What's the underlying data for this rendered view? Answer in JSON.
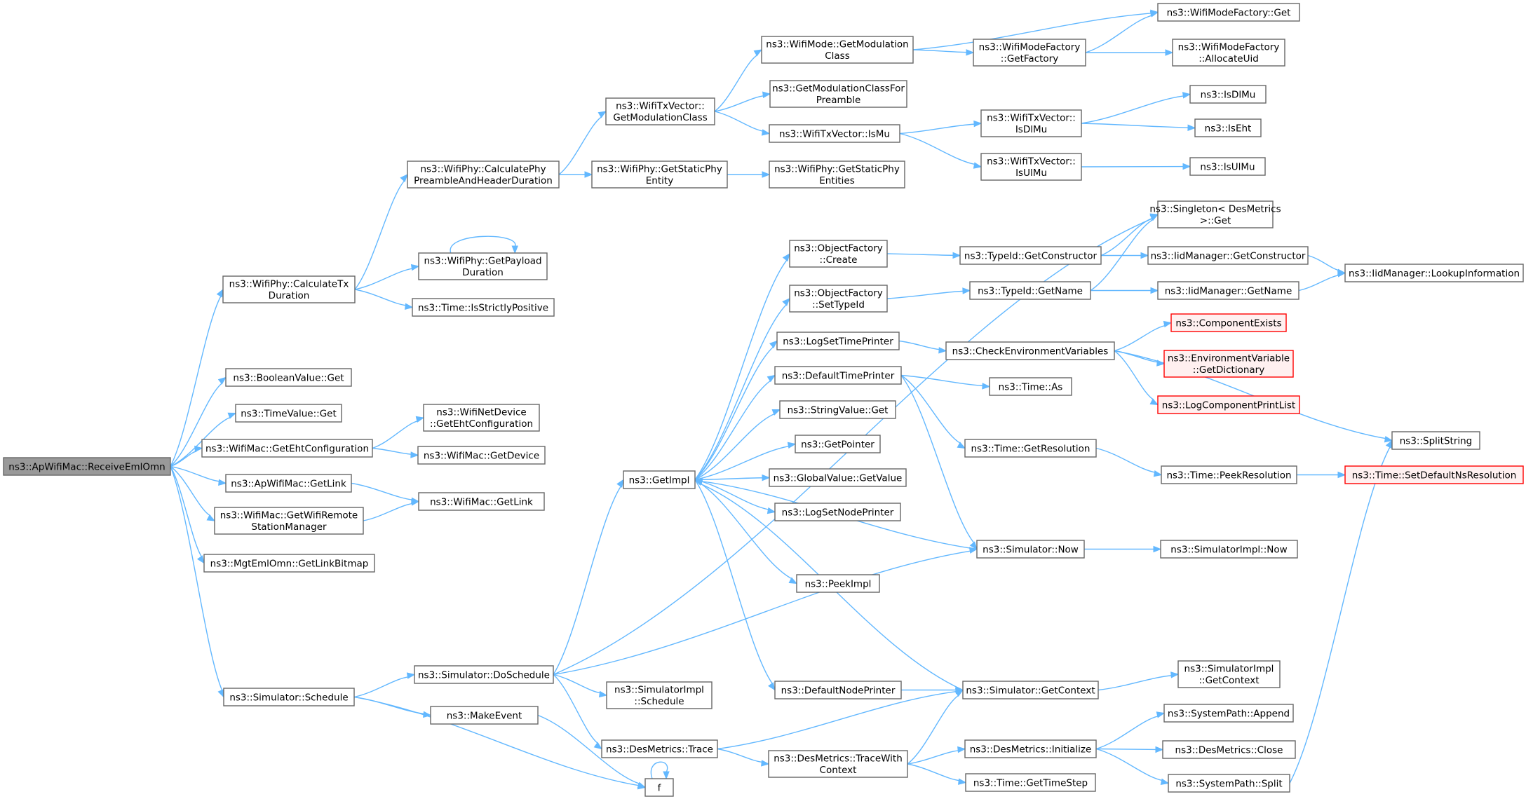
{
  "colors": {
    "edge": "#63b8ff",
    "node_border": "#666666",
    "root_fill": "#999999",
    "truncated_border": "#ff0000"
  },
  "nodes": [
    {
      "id": "root",
      "lines": [
        "ns3::ApWifiMac::ReceiveEmlOmn"
      ],
      "root": true
    },
    {
      "id": "calcTx",
      "lines": [
        "ns3::WifiPhy::CalculateTx",
        "Duration"
      ]
    },
    {
      "id": "boolGet",
      "lines": [
        "ns3::BooleanValue::Get"
      ]
    },
    {
      "id": "timeValGet",
      "lines": [
        "ns3::TimeValue::Get"
      ]
    },
    {
      "id": "getEhtCfg",
      "lines": [
        "ns3::WifiMac::GetEhtConfiguration"
      ]
    },
    {
      "id": "apGetLink",
      "lines": [
        "ns3::ApWifiMac::GetLink"
      ]
    },
    {
      "id": "getRemote",
      "lines": [
        "ns3::WifiMac::GetWifiRemote",
        "StationManager"
      ]
    },
    {
      "id": "linkBitmap",
      "lines": [
        "ns3::MgtEmlOmn::GetLinkBitmap"
      ]
    },
    {
      "id": "schedule",
      "lines": [
        "ns3::Simulator::Schedule"
      ]
    },
    {
      "id": "calcPre",
      "lines": [
        "ns3::WifiPhy::CalculatePhy",
        "PreambleAndHeaderDuration"
      ]
    },
    {
      "id": "payload",
      "lines": [
        "ns3::WifiPhy::GetPayload",
        "Duration"
      ]
    },
    {
      "id": "strictPos",
      "lines": [
        "ns3::Time::IsStrictlyPositive"
      ]
    },
    {
      "id": "netDevEht",
      "lines": [
        "ns3::WifiNetDevice",
        "::GetEhtConfiguration"
      ]
    },
    {
      "id": "getDevice",
      "lines": [
        "ns3::WifiMac::GetDevice"
      ]
    },
    {
      "id": "macGetLink",
      "lines": [
        "ns3::WifiMac::GetLink"
      ]
    },
    {
      "id": "txGetMod",
      "lines": [
        "ns3::WifiTxVector::",
        "GetModulationClass"
      ]
    },
    {
      "id": "staticEnt",
      "lines": [
        "ns3::WifiPhy::GetStaticPhy",
        "Entity"
      ]
    },
    {
      "id": "modeGetMod",
      "lines": [
        "ns3::WifiMode::GetModulation",
        "Class"
      ]
    },
    {
      "id": "modClassPre",
      "lines": [
        "ns3::GetModulationClassFor",
        "Preamble"
      ]
    },
    {
      "id": "txIsMu",
      "lines": [
        "ns3::WifiTxVector::IsMu"
      ]
    },
    {
      "id": "staticEnts",
      "lines": [
        "ns3::WifiPhy::GetStaticPhy",
        "Entities"
      ]
    },
    {
      "id": "getFactory",
      "lines": [
        "ns3::WifiModeFactory",
        "::GetFactory"
      ]
    },
    {
      "id": "txIsDl",
      "lines": [
        "ns3::WifiTxVector::",
        "IsDlMu"
      ]
    },
    {
      "id": "txIsUl",
      "lines": [
        "ns3::WifiTxVector::",
        "IsUlMu"
      ]
    },
    {
      "id": "mfGet",
      "lines": [
        "ns3::WifiModeFactory::Get"
      ]
    },
    {
      "id": "allocUid",
      "lines": [
        "ns3::WifiModeFactory",
        "::AllocateUid"
      ]
    },
    {
      "id": "isDlMu",
      "lines": [
        "ns3::IsDlMu"
      ]
    },
    {
      "id": "isEht",
      "lines": [
        "ns3::IsEht"
      ]
    },
    {
      "id": "isUlMu",
      "lines": [
        "ns3::IsUlMu"
      ]
    },
    {
      "id": "doSchedule",
      "lines": [
        "ns3::Simulator::DoSchedule"
      ]
    },
    {
      "id": "makeEvent",
      "lines": [
        "ns3::MakeEvent"
      ]
    },
    {
      "id": "f",
      "lines": [
        "f"
      ]
    },
    {
      "id": "getImpl",
      "lines": [
        "ns3::GetImpl"
      ]
    },
    {
      "id": "implSched",
      "lines": [
        "ns3::SimulatorImpl",
        "::Schedule"
      ]
    },
    {
      "id": "dmTrace",
      "lines": [
        "ns3::DesMetrics::Trace"
      ]
    },
    {
      "id": "ofCreate",
      "lines": [
        "ns3::ObjectFactory",
        "::Create"
      ]
    },
    {
      "id": "ofSetType",
      "lines": [
        "ns3::ObjectFactory",
        "::SetTypeId"
      ]
    },
    {
      "id": "logSetTime",
      "lines": [
        "ns3::LogSetTimePrinter"
      ]
    },
    {
      "id": "defTime",
      "lines": [
        "ns3::DefaultTimePrinter"
      ]
    },
    {
      "id": "strValGet",
      "lines": [
        "ns3::StringValue::Get"
      ]
    },
    {
      "id": "getPointer",
      "lines": [
        "ns3::GetPointer"
      ]
    },
    {
      "id": "globalVal",
      "lines": [
        "ns3::GlobalValue::GetValue"
      ]
    },
    {
      "id": "logSetNode",
      "lines": [
        "ns3::LogSetNodePrinter"
      ]
    },
    {
      "id": "peekImpl",
      "lines": [
        "ns3::PeekImpl"
      ]
    },
    {
      "id": "defNode",
      "lines": [
        "ns3::DefaultNodePrinter"
      ]
    },
    {
      "id": "traceCtx",
      "lines": [
        "ns3::DesMetrics::TraceWith",
        "Context"
      ]
    },
    {
      "id": "singleton",
      "lines": [
        "ns3::Singleton< DesMetrics",
        ">::Get"
      ]
    },
    {
      "id": "getCtor",
      "lines": [
        "ns3::TypeId::GetConstructor"
      ]
    },
    {
      "id": "getName",
      "lines": [
        "ns3::TypeId::GetName"
      ]
    },
    {
      "id": "checkEnv",
      "lines": [
        "ns3::CheckEnvironmentVariables"
      ]
    },
    {
      "id": "timeAs",
      "lines": [
        "ns3::Time::As"
      ]
    },
    {
      "id": "getRes",
      "lines": [
        "ns3::Time::GetResolution"
      ]
    },
    {
      "id": "simNow",
      "lines": [
        "ns3::Simulator::Now"
      ]
    },
    {
      "id": "getContext",
      "lines": [
        "ns3::Simulator::GetContext"
      ]
    },
    {
      "id": "dmInit",
      "lines": [
        "ns3::DesMetrics::Initialize"
      ]
    },
    {
      "id": "timeStep",
      "lines": [
        "ns3::Time::GetTimeStep"
      ]
    },
    {
      "id": "iidCtor",
      "lines": [
        "ns3::IidManager::GetConstructor"
      ]
    },
    {
      "id": "iidName",
      "lines": [
        "ns3::IidManager::GetName"
      ]
    },
    {
      "id": "lookup",
      "lines": [
        "ns3::IidManager::LookupInformation"
      ]
    },
    {
      "id": "compExists",
      "lines": [
        "ns3::ComponentExists"
      ],
      "truncated": true
    },
    {
      "id": "envDict",
      "lines": [
        "ns3::EnvironmentVariable",
        "::GetDictionary"
      ],
      "truncated": true
    },
    {
      "id": "logCompList",
      "lines": [
        "ns3::LogComponentPrintList"
      ],
      "truncated": true
    },
    {
      "id": "splitString",
      "lines": [
        "ns3::SplitString"
      ]
    },
    {
      "id": "peekRes",
      "lines": [
        "ns3::Time::PeekResolution"
      ]
    },
    {
      "id": "setDefNs",
      "lines": [
        "ns3::Time::SetDefaultNsResolution"
      ],
      "truncated": true
    },
    {
      "id": "implNow",
      "lines": [
        "ns3::SimulatorImpl::Now"
      ]
    },
    {
      "id": "implCtx",
      "lines": [
        "ns3::SimulatorImpl",
        "::GetContext"
      ]
    },
    {
      "id": "spAppend",
      "lines": [
        "ns3::SystemPath::Append"
      ]
    },
    {
      "id": "dmClose",
      "lines": [
        "ns3::DesMetrics::Close"
      ]
    },
    {
      "id": "spSplit",
      "lines": [
        "ns3::SystemPath::Split"
      ]
    }
  ],
  "edges": [
    [
      "root",
      "calcTx"
    ],
    [
      "root",
      "boolGet"
    ],
    [
      "root",
      "timeValGet"
    ],
    [
      "root",
      "getEhtCfg"
    ],
    [
      "root",
      "apGetLink"
    ],
    [
      "root",
      "getRemote"
    ],
    [
      "root",
      "linkBitmap"
    ],
    [
      "root",
      "schedule"
    ],
    [
      "calcTx",
      "calcPre"
    ],
    [
      "calcTx",
      "payload"
    ],
    [
      "calcTx",
      "strictPos"
    ],
    [
      "payload",
      "payload"
    ],
    [
      "getEhtCfg",
      "netDevEht"
    ],
    [
      "getEhtCfg",
      "getDevice"
    ],
    [
      "apGetLink",
      "macGetLink"
    ],
    [
      "getRemote",
      "macGetLink"
    ],
    [
      "calcPre",
      "txGetMod"
    ],
    [
      "calcPre",
      "staticEnt"
    ],
    [
      "staticEnt",
      "staticEnts"
    ],
    [
      "txGetMod",
      "modeGetMod"
    ],
    [
      "txGetMod",
      "modClassPre"
    ],
    [
      "txGetMod",
      "txIsMu"
    ],
    [
      "modeGetMod",
      "mfGet"
    ],
    [
      "modeGetMod",
      "getFactory"
    ],
    [
      "getFactory",
      "mfGet"
    ],
    [
      "getFactory",
      "allocUid"
    ],
    [
      "txIsMu",
      "txIsDl"
    ],
    [
      "txIsMu",
      "txIsUl"
    ],
    [
      "txIsDl",
      "isDlMu"
    ],
    [
      "txIsDl",
      "isEht"
    ],
    [
      "txIsUl",
      "isUlMu"
    ],
    [
      "schedule",
      "doSchedule"
    ],
    [
      "schedule",
      "makeEvent"
    ],
    [
      "schedule",
      "f"
    ],
    [
      "makeEvent",
      "f"
    ],
    [
      "f",
      "f"
    ],
    [
      "doSchedule",
      "getImpl"
    ],
    [
      "doSchedule",
      "singleton"
    ],
    [
      "doSchedule",
      "simNow"
    ],
    [
      "doSchedule",
      "implSched"
    ],
    [
      "doSchedule",
      "dmTrace"
    ],
    [
      "getImpl",
      "ofCreate"
    ],
    [
      "getImpl",
      "ofSetType"
    ],
    [
      "getImpl",
      "logSetTime"
    ],
    [
      "getImpl",
      "defTime"
    ],
    [
      "getImpl",
      "strValGet"
    ],
    [
      "getImpl",
      "getPointer"
    ],
    [
      "getImpl",
      "globalVal"
    ],
    [
      "getImpl",
      "logSetNode"
    ],
    [
      "getImpl",
      "peekImpl"
    ],
    [
      "getImpl",
      "defNode"
    ],
    [
      "ofCreate",
      "getCtor"
    ],
    [
      "ofSetType",
      "getName"
    ],
    [
      "getCtor",
      "singleton"
    ],
    [
      "getCtor",
      "iidCtor"
    ],
    [
      "getName",
      "singleton"
    ],
    [
      "getName",
      "iidName"
    ],
    [
      "iidCtor",
      "lookup"
    ],
    [
      "iidName",
      "lookup"
    ],
    [
      "logSetTime",
      "checkEnv"
    ],
    [
      "checkEnv",
      "compExists"
    ],
    [
      "checkEnv",
      "envDict"
    ],
    [
      "checkEnv",
      "logCompList"
    ],
    [
      "checkEnv",
      "splitString"
    ],
    [
      "defTime",
      "timeAs"
    ],
    [
      "defTime",
      "getRes"
    ],
    [
      "defTime",
      "simNow"
    ],
    [
      "getRes",
      "peekRes"
    ],
    [
      "peekRes",
      "setDefNs"
    ],
    [
      "simNow",
      "getImpl"
    ],
    [
      "simNow",
      "implNow"
    ],
    [
      "defNode",
      "getContext"
    ],
    [
      "getContext",
      "getImpl"
    ],
    [
      "getContext",
      "implCtx"
    ],
    [
      "dmTrace",
      "getContext"
    ],
    [
      "dmTrace",
      "traceCtx"
    ],
    [
      "traceCtx",
      "getContext"
    ],
    [
      "traceCtx",
      "dmInit"
    ],
    [
      "traceCtx",
      "timeStep"
    ],
    [
      "dmInit",
      "spAppend"
    ],
    [
      "dmInit",
      "dmClose"
    ],
    [
      "dmInit",
      "spSplit"
    ],
    [
      "spSplit",
      "splitString"
    ]
  ]
}
